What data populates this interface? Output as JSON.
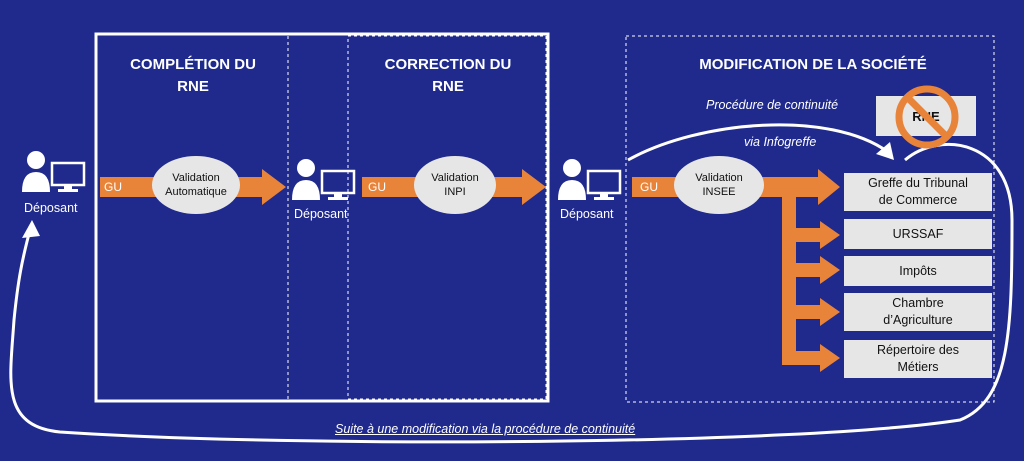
{
  "sections": {
    "completion": {
      "line1": "COMPLÉTION DU",
      "line2": "RNE"
    },
    "correction": {
      "line1": "CORRECTION DU",
      "line2": "RNE"
    },
    "modification": {
      "title": "MODIFICATION DE LA SOCIÉTÉ"
    }
  },
  "actors": {
    "deposant": "Déposant"
  },
  "channel": {
    "gu": "GU"
  },
  "validations": {
    "automatique": {
      "line1": "Validation",
      "line2": "Automatique"
    },
    "inpi": {
      "line1": "Validation",
      "line2": "INPI"
    },
    "insee": {
      "line1": "Validation",
      "line2": "INSEE"
    }
  },
  "labels": {
    "procedure_continuite": "Procédure de continuité",
    "via_infogreffe": "via Infogreffe",
    "rne": "RNE"
  },
  "destinations": [
    {
      "line1": "Greffe du Tribunal",
      "line2": "de Commerce"
    },
    {
      "line1": "URSSAF",
      "line2": ""
    },
    {
      "line1": "Impôts",
      "line2": ""
    },
    {
      "line1": "Chambre",
      "line2": "d’Agriculture"
    },
    {
      "line1": "Répertoire des",
      "line2": "Métiers"
    }
  ],
  "caption": "Suite à une modification via la procédure de continuité",
  "colors": {
    "background": "#1f2a8c",
    "accent": "#e8833a",
    "box": "#e6e6e6",
    "forbidden": "#e8833a"
  }
}
